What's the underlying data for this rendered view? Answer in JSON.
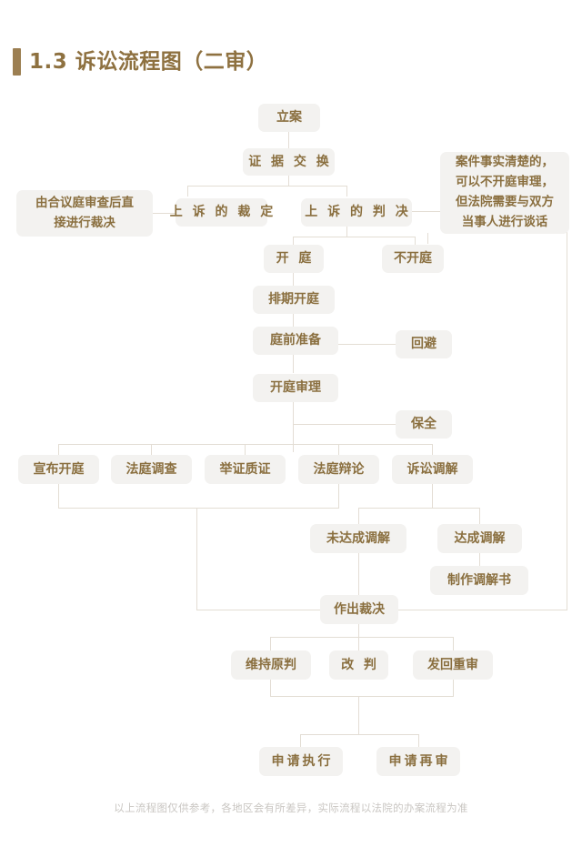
{
  "header": {
    "title": "1.3 诉讼流程图（二审）",
    "accent_color": "#9c7f52",
    "title_color": "#8e7140"
  },
  "theme": {
    "node_bg": "#f3f2f0",
    "node_text": "#8a6f3f",
    "line_color": "#e3ddd4",
    "page_bg": "#ffffff",
    "footer_text": "#c9c6c2"
  },
  "flow": {
    "nodes": [
      {
        "id": "liian",
        "label": "立案"
      },
      {
        "id": "zhengju",
        "label": "证 据 交 换"
      },
      {
        "id": "note_left",
        "label": "由合议庭审查后直接进行裁决"
      },
      {
        "id": "caiding",
        "label": "上 诉 的 裁 定"
      },
      {
        "id": "panjue",
        "label": "上 诉 的 判 决"
      },
      {
        "id": "note_right",
        "label": "案件事实清楚的，可以不开庭审理，但法院需要与双方当事人进行谈话"
      },
      {
        "id": "kaiting",
        "label": "开 庭"
      },
      {
        "id": "bukaiting",
        "label": "不开庭"
      },
      {
        "id": "paiqi",
        "label": "排期开庭"
      },
      {
        "id": "tingqian",
        "label": "庭前准备"
      },
      {
        "id": "huibi",
        "label": "回避"
      },
      {
        "id": "kaitingshenli",
        "label": "开庭审理"
      },
      {
        "id": "baoquan",
        "label": "保全"
      },
      {
        "id": "xuanbu",
        "label": "宣布开庭"
      },
      {
        "id": "fatingdiaocha",
        "label": "法庭调查"
      },
      {
        "id": "juzheng",
        "label": "举证质证"
      },
      {
        "id": "bianlun",
        "label": "法庭辩论"
      },
      {
        "id": "susongtiaojie",
        "label": "诉讼调解"
      },
      {
        "id": "weidacheng",
        "label": "未达成调解"
      },
      {
        "id": "dacheng",
        "label": "达成调解"
      },
      {
        "id": "zhizuo",
        "label": "制作调解书"
      },
      {
        "id": "zuochu",
        "label": "作出裁决"
      },
      {
        "id": "weichi",
        "label": "维持原判"
      },
      {
        "id": "gaipan",
        "label": "改 判"
      },
      {
        "id": "fahui",
        "label": "发回重审"
      },
      {
        "id": "shenqingzhixing",
        "label": "申请执行"
      },
      {
        "id": "shenqingzaishen",
        "label": "申请再审"
      }
    ],
    "note_right_lines": [
      "案件事实清楚的，",
      "可以不开庭审理，",
      "但法院需要与双方",
      "当事人进行谈话"
    ],
    "note_left_lines": [
      "由合议庭审查后直",
      "接进行裁决"
    ]
  },
  "footer": {
    "disclaimer": "以上流程图仅供参考，各地区会有所差异，实际流程以法院的办案流程为准"
  }
}
